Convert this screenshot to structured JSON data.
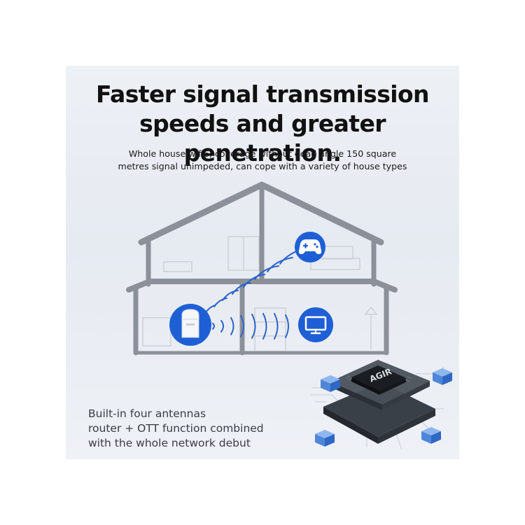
{
  "headline": {
    "line1": "Faster signal transmission",
    "line2": "speeds and greater penetration."
  },
  "subheadline": {
    "line1": "Whole house wifi6, coverage without dead angle 150 square",
    "line2": "metres signal unimpeded, can cope with a variety of house types"
  },
  "chip": {
    "label": "AGIR"
  },
  "caption": {
    "line1": "Built-in four antennas",
    "line2": "router + OTT function combined",
    "line3": "with the whole network debut"
  },
  "icons": [
    "gamepad-icon",
    "monitor-icon",
    "router-icon",
    "chip-board-icon"
  ],
  "colors": {
    "house_outline": "#8c9099",
    "icon_blue": "#1f5fd6",
    "signal_blue": "#2b63c8",
    "board_dark": "#2b3036"
  }
}
